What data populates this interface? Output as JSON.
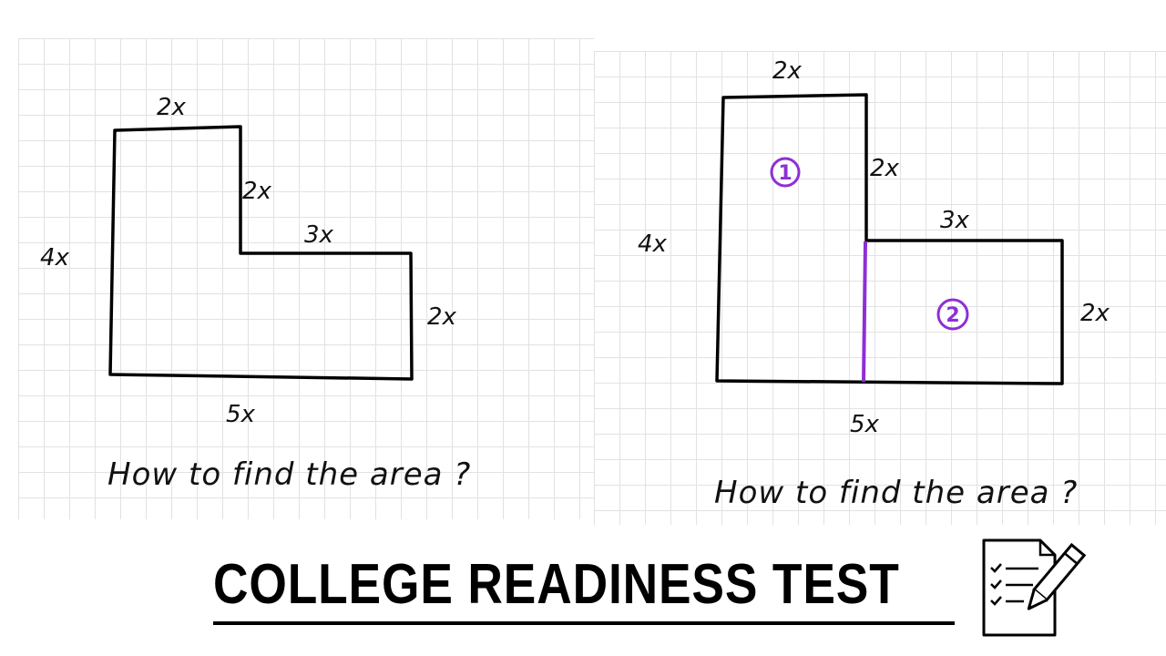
{
  "left_figure": {
    "labels": {
      "top": "2x",
      "inner_vertical": "2x",
      "inner_horizontal": "3x",
      "left": "4x",
      "right": "2x",
      "bottom": "5x"
    },
    "question": "How to find the area ?"
  },
  "right_figure": {
    "labels": {
      "top": "2x",
      "inner_vertical": "2x",
      "inner_horizontal": "3x",
      "left": "4x",
      "right": "2x",
      "bottom": "5x"
    },
    "regions": [
      "1",
      "2"
    ],
    "question": "How to find the area ?"
  },
  "title": "COLLEGE READINESS TEST",
  "colors": {
    "outline": "#000000",
    "divider": "#8e2fd6",
    "grid": "#e2e2e2"
  },
  "icons": [
    "checklist-pencil-icon"
  ]
}
